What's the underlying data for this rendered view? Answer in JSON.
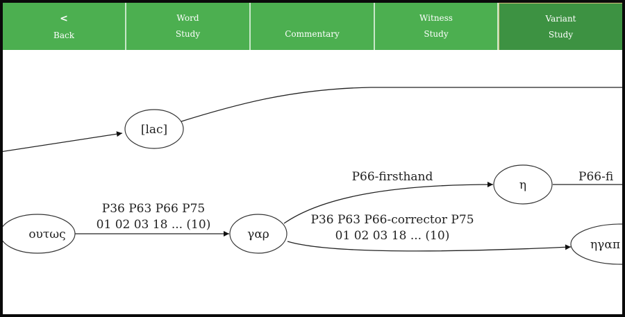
{
  "tabs": [
    {
      "id": "back",
      "icon": "chevron-left-icon",
      "icon_glyph": "<",
      "label": "Back",
      "active": false
    },
    {
      "id": "word-study",
      "line1": "Word",
      "line2": "Study",
      "active": false
    },
    {
      "id": "commentary",
      "label": "Commentary",
      "active": false
    },
    {
      "id": "witness-study",
      "line1": "Witness",
      "line2": "Study",
      "active": false
    },
    {
      "id": "variant-study",
      "line1": "Variant",
      "line2": "Study",
      "active": true
    }
  ],
  "colors": {
    "tab_bg": "#4caf50",
    "tab_active_bg": "#3d9242",
    "tab_active_border": "#d9c27a",
    "edge": "#222222"
  },
  "graph": {
    "nodes": [
      {
        "id": "lac",
        "label": "[lac]"
      },
      {
        "id": "houtos",
        "label": "ουτως"
      },
      {
        "id": "gar",
        "label": "γαρ"
      },
      {
        "id": "e",
        "label": "η"
      },
      {
        "id": "egap",
        "label": "ηγαπ"
      }
    ],
    "edges": [
      {
        "id": "in-lac",
        "from": "",
        "to": "lac",
        "label_lines": []
      },
      {
        "id": "lac-out",
        "from": "lac",
        "to": "",
        "label_lines": []
      },
      {
        "id": "houtos-gar",
        "from": "houtos",
        "to": "gar",
        "label_lines": [
          "P36 P63 P66 P75",
          "01 02 03 18 ... (10)"
        ]
      },
      {
        "id": "gar-e",
        "from": "gar",
        "to": "e",
        "label_lines": [
          "P66-firsthand"
        ]
      },
      {
        "id": "gar-egap",
        "from": "gar",
        "to": "egap",
        "label_lines": [
          "P36 P63 P66-corrector P75",
          "01 02 03 18 ... (10)"
        ]
      },
      {
        "id": "e-out",
        "from": "e",
        "to": "",
        "label_lines": [
          "P66-fi"
        ]
      }
    ]
  }
}
